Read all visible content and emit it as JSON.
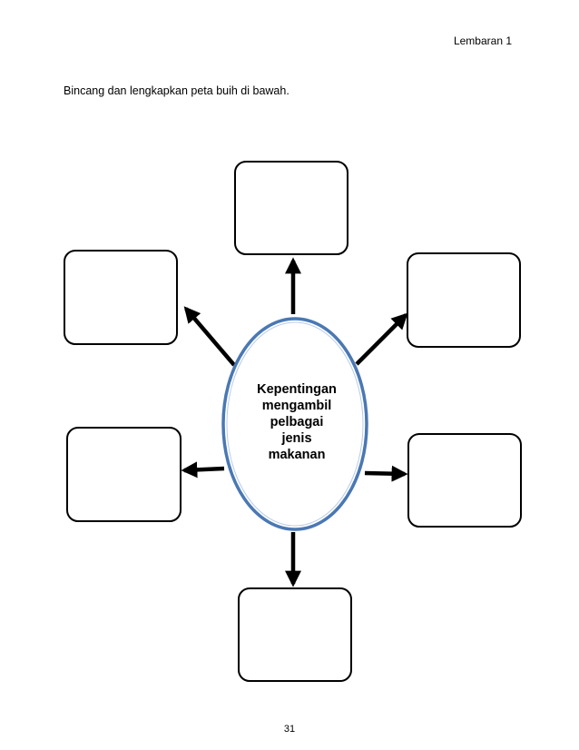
{
  "header": {
    "sheet_label": "Lembaran 1"
  },
  "instruction": "Bincang dan lengkapkan peta buih di bawah.",
  "bubble_map": {
    "center_lines": [
      "Kepentingan",
      "mengambil",
      "pelbagai",
      "jenis",
      "makanan"
    ],
    "outer_bubble_count": 6
  },
  "footer": {
    "page_number": "31"
  }
}
